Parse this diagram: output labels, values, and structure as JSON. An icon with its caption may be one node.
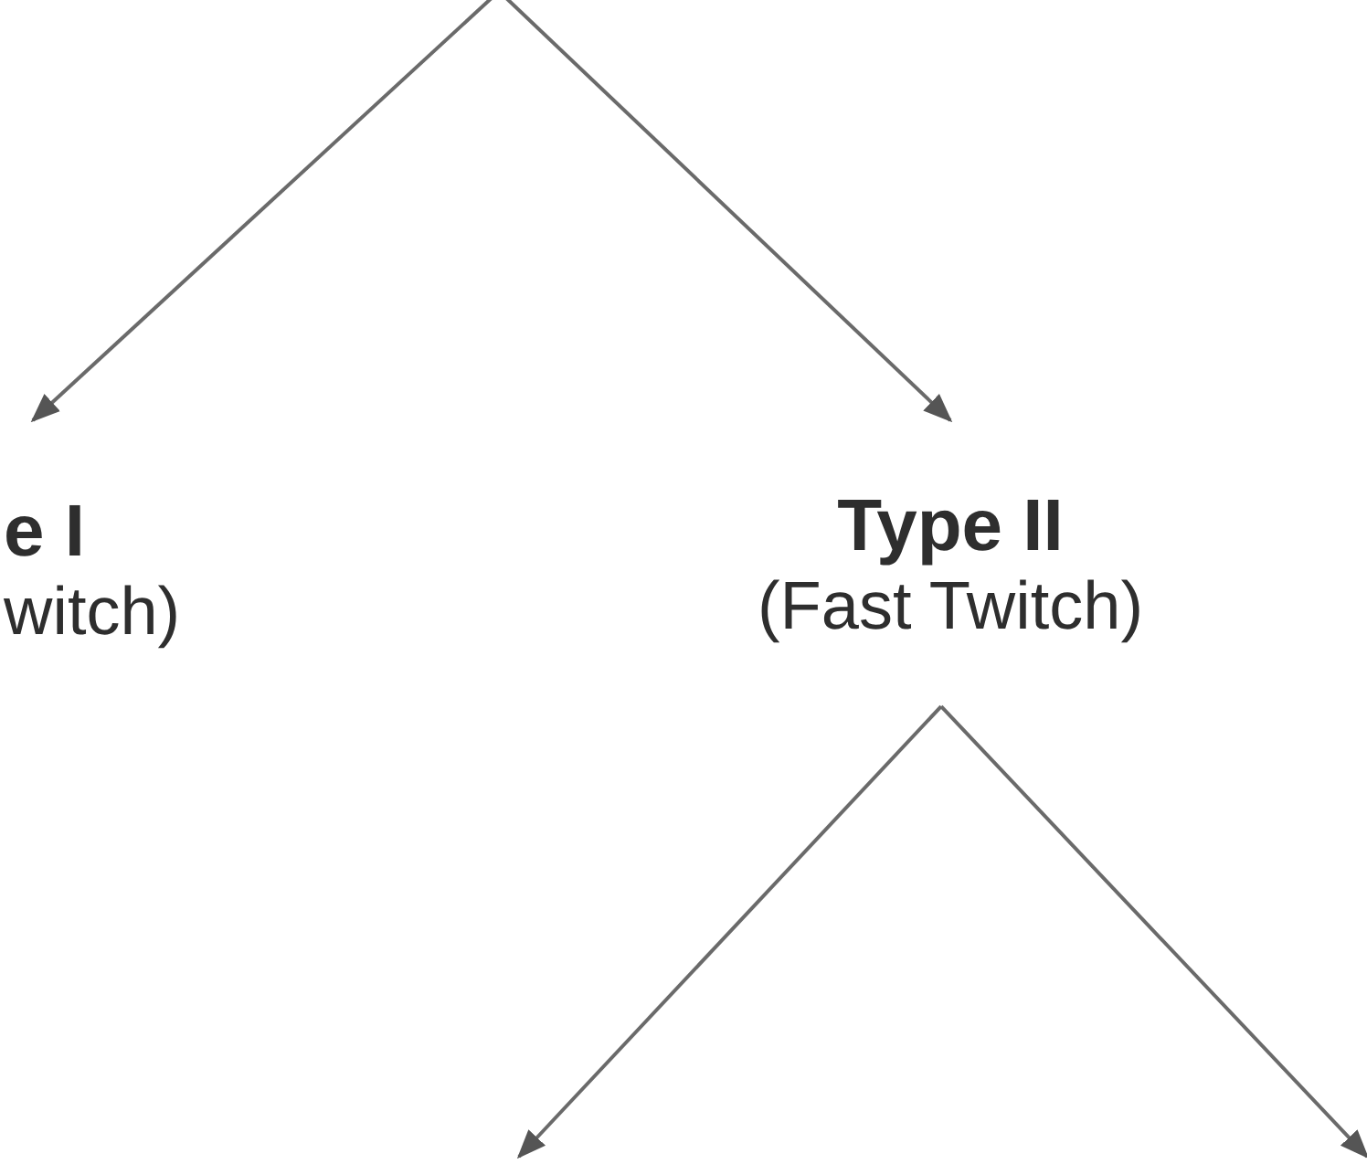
{
  "diagram": {
    "nodes": [
      {
        "text": [
          "e I",
          "witch)"
        ]
      },
      {
        "text": [
          "Type II",
          "(Fast Twitch)"
        ]
      }
    ],
    "edges": [
      {
        "from": null,
        "to": 0,
        "arrow": "to"
      },
      {
        "from": null,
        "to": 1,
        "arrow": "to"
      },
      {
        "from": 1,
        "to": null,
        "arrow": "to"
      },
      {
        "from": 1,
        "to": null,
        "arrow": "to"
      }
    ]
  }
}
